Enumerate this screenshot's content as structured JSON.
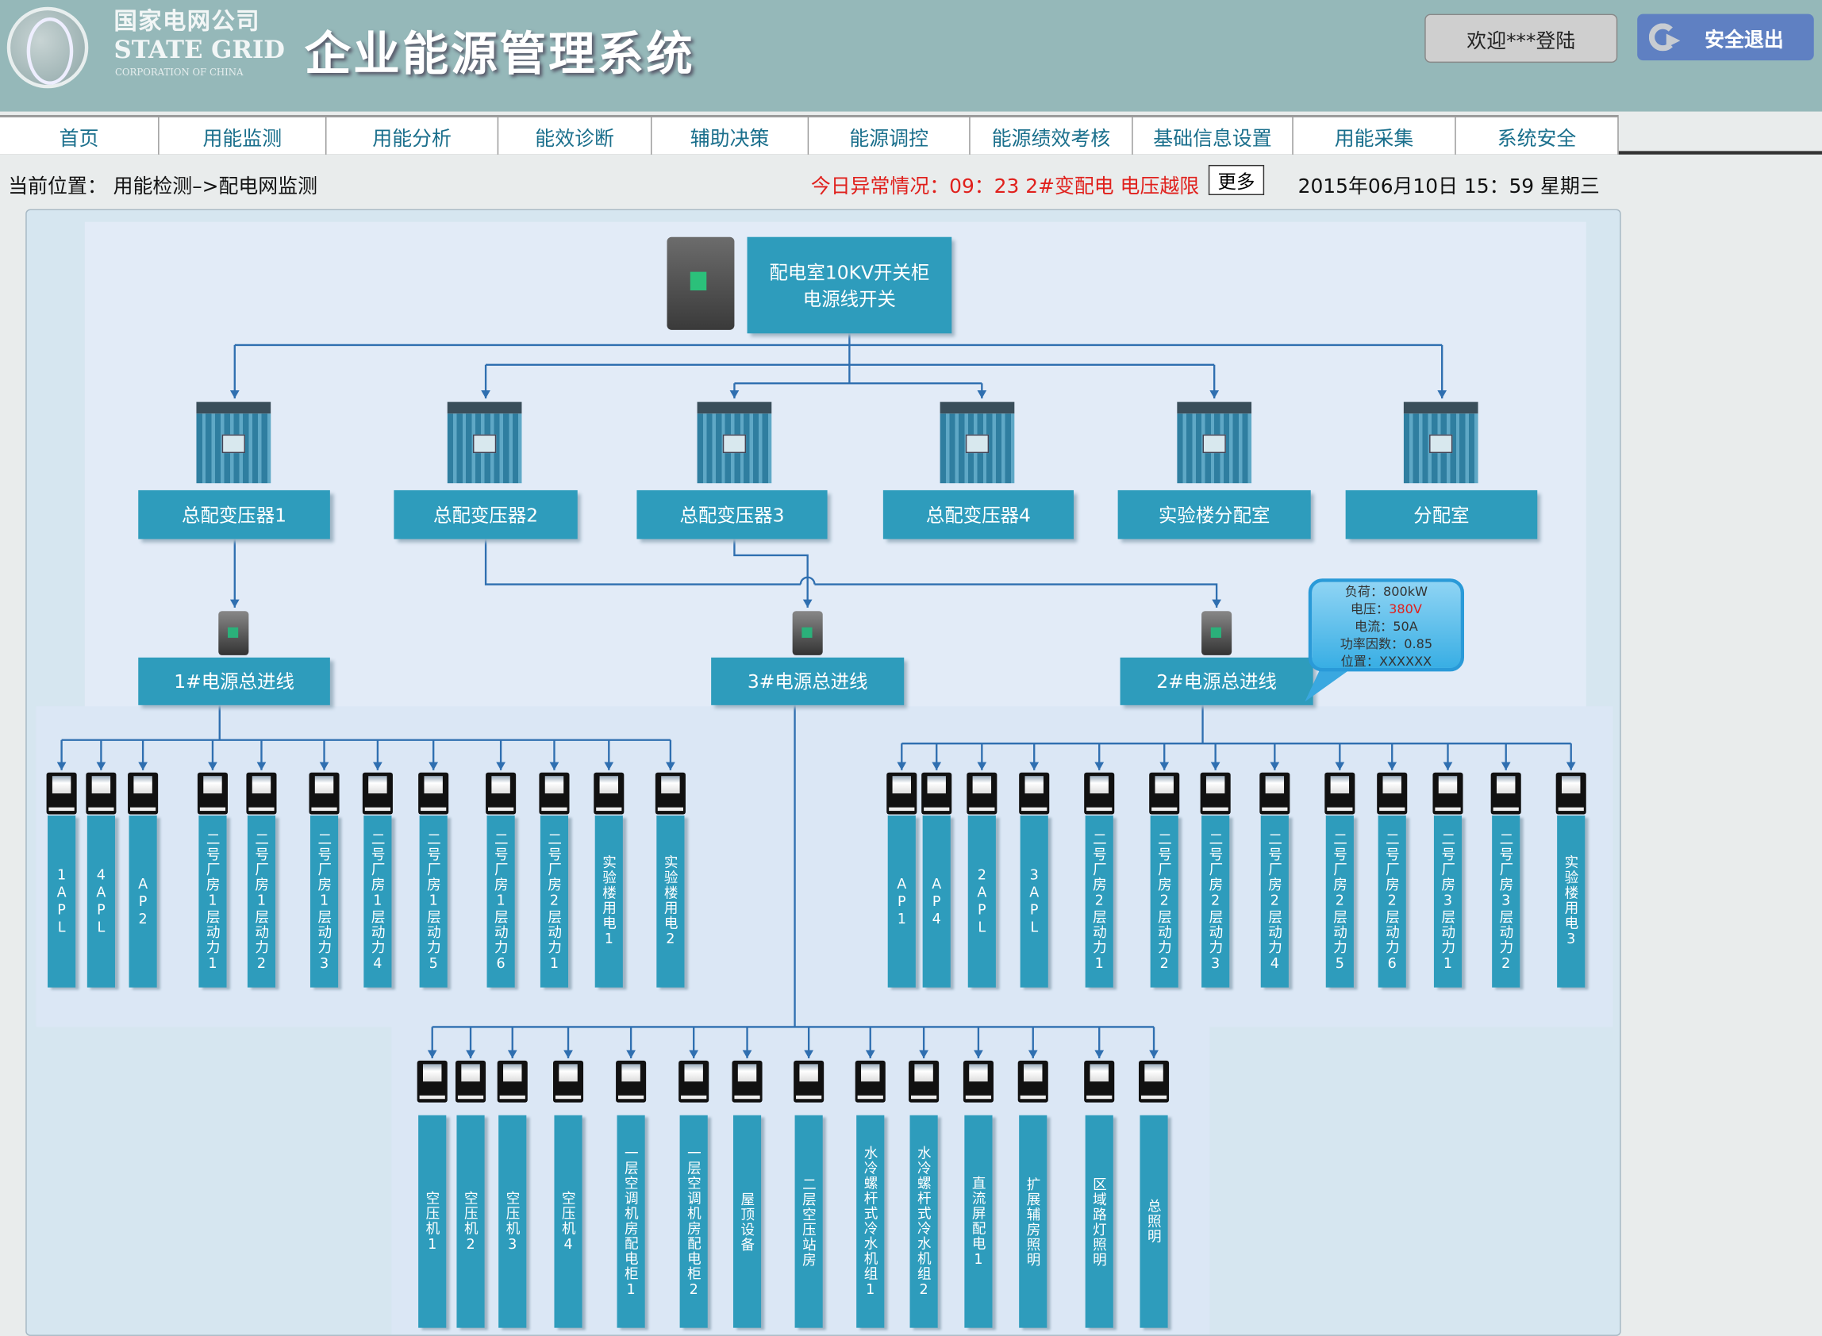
{
  "header": {
    "logo_cn": "国家电网公司",
    "logo_en": "STATE GRID",
    "logo_en_sub": "CORPORATION OF CHINA",
    "system_title": "企业能源管理系统",
    "welcome": "欢迎***登陆",
    "logout": "安全退出"
  },
  "nav": [
    "首页",
    "用能监测",
    "用能分析",
    "能效诊断",
    "辅助决策",
    "能源调控",
    "能源绩效考核",
    "基础信息设置",
    "用能采集",
    "系统安全"
  ],
  "breadcrumb": "当前位置：  用能检测–>配电网监测",
  "alert": "今日异常情况：09：23   2#变配电  电压越限",
  "more": "更多",
  "datetime": "2015年06月10日   15：59   星期三",
  "diagram": {
    "main_switch": "配电室10KV开关柜\n电源线开关",
    "transformers": [
      "总配变压器1",
      "总配变压器2",
      "总配变压器3",
      "总配变压器4",
      "实验楼分配室",
      "分配室"
    ],
    "incoming": [
      "1#电源总进线",
      "3#电源总进线",
      "2#电源总进线"
    ],
    "tooltip": {
      "load_label": "负荷：",
      "load": "800kW",
      "voltage_label": "电压：",
      "voltage": "380V",
      "current_label": "电流：",
      "current": "50A",
      "pf_label": "功率因数：",
      "pf": "0.85",
      "location_label": "位置：",
      "location": "XXXXXX"
    },
    "feeders_1": [
      "1APL",
      "4APL",
      "AP2",
      "二号厂房1层动力1",
      "二号厂房1层动力2",
      "二号厂房1层动力3",
      "二号厂房1层动力4",
      "二号厂房1层动力5",
      "二号厂房1层动力6",
      "二号厂房2层动力1",
      "实验楼用电1",
      "实验楼用电2"
    ],
    "feeders_2": [
      "AP1",
      "AP4",
      "2APL",
      "3APL",
      "二号厂房2层动力1",
      "二号厂房2层动力2",
      "二号厂房2层动力3",
      "二号厂房2层动力4",
      "二号厂房2层动力5",
      "二号厂房2层动力6",
      "二号厂房3层动力1",
      "二号厂房3层动力2",
      "实验楼用电3"
    ],
    "feeders_3": [
      "空压机1",
      "空压机2",
      "空压机3",
      "空压机4",
      "一层空调机房配电柜1",
      "一层空调机房配电柜2",
      "屋顶设备",
      "二层空压站房",
      "水冷螺杆式冷水机组1",
      "水冷螺杆式冷水机组2",
      "直流屏配电1",
      "扩展辅房照明",
      "区域路灯照明",
      "总照明"
    ]
  },
  "colors": {
    "header": "#95b8b9",
    "box": "#2e9cbc",
    "alert": "#e0201c",
    "wire": "#2f6fb0"
  }
}
